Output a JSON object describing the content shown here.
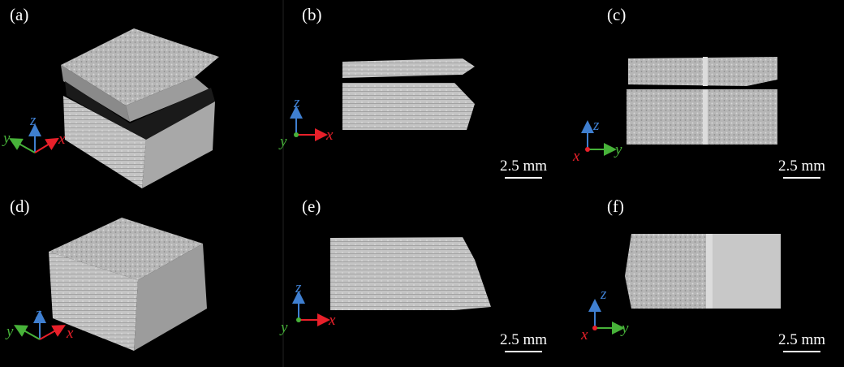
{
  "panels": [
    {
      "id": "a",
      "label": "(a)",
      "axes": {
        "labels": [
          "y",
          "z",
          "x"
        ]
      }
    },
    {
      "id": "b",
      "label": "(b)",
      "axes": {
        "labels": [
          "y",
          "z",
          "x"
        ]
      },
      "scale": "2.5 mm"
    },
    {
      "id": "c",
      "label": "(c)",
      "axes": {
        "labels": [
          "x",
          "z",
          "y"
        ]
      },
      "scale": "2.5 mm"
    },
    {
      "id": "d",
      "label": "(d)",
      "axes": {
        "labels": [
          "y",
          "z",
          "x"
        ]
      }
    },
    {
      "id": "e",
      "label": "(e)",
      "axes": {
        "labels": [
          "y",
          "z",
          "x"
        ]
      },
      "scale": "2.5 mm"
    },
    {
      "id": "f",
      "label": "(f)",
      "axes": {
        "labels": [
          "x",
          "z",
          "y"
        ]
      },
      "scale": "2.5 mm"
    }
  ],
  "colors": {
    "axis_x": "#e8202a",
    "axis_y": "#47b239",
    "axis_z": "#3f7fd0",
    "specimen": "#b9b9b9",
    "background": "#000000"
  }
}
